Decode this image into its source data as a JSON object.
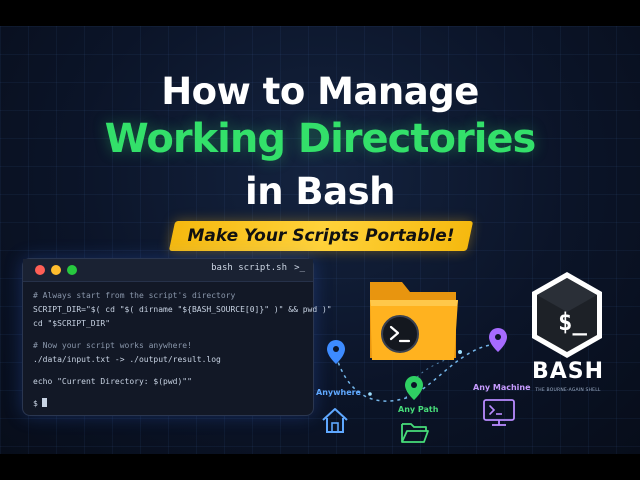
{
  "title": {
    "line1": "How to Manage",
    "line2": "Working Directories",
    "line3": "in Bash"
  },
  "banner": {
    "text": "Make Your Scripts Portable!"
  },
  "terminal": {
    "title": "bash script.sh",
    "icon_text": ">_",
    "lines": [
      "# Always start from the script's directory",
      "SCRIPT_DIR=\"$( cd \"$( dirname \"${BASH_SOURCE[0]}\" )\" && pwd )\"",
      "cd \"$SCRIPT_DIR\"",
      "# Now your script works anywhere!",
      "./data/input.txt   ->   ./output/result.log",
      "echo \"Current Directory: $(pwd)\"\"",
      "$"
    ]
  },
  "locations": {
    "anywhere": "Anywhere",
    "any_path": "Any Path",
    "any_machine": "Any Machine"
  },
  "logo": {
    "name": "BASH",
    "subtitle": "THE BOURNE-AGAIN SHELL",
    "glyph": "$_"
  },
  "colors": {
    "accent_green": "#33e06a",
    "banner_yellow": "#ffd23a",
    "pin_blue": "#3d8bff",
    "pin_green": "#2fcf63",
    "pin_purple": "#a66bff"
  },
  "icons": {
    "folder": "folder-icon",
    "terminal_prompt": "terminal-prompt-icon",
    "home": "home-icon",
    "open_folder": "open-folder-icon",
    "monitor": "monitor-terminal-icon",
    "pin": "location-pin-icon",
    "bash_logo": "bash-logo-icon"
  }
}
